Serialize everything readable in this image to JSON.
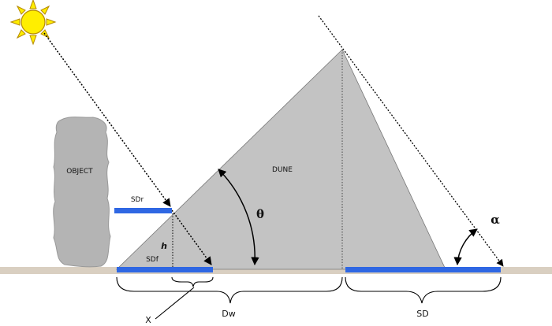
{
  "diagram": {
    "labels": {
      "object": "OBJECT",
      "dune": "DUNE",
      "theta": "θ",
      "alpha": "α",
      "h": "h",
      "sdr": "SDr",
      "sdf": "SDf",
      "x": "X",
      "dw": "Dw",
      "sd": "SD"
    },
    "colors": {
      "dune_fill": "#c3c3c3",
      "object_fill": "#b4b4b4",
      "ground": "#d9cfc1",
      "shadow_bars": "#2f67e3",
      "sun": "#ffee00",
      "sun_outline": "#b58900"
    },
    "icons": {
      "sun": "sun-icon"
    }
  }
}
